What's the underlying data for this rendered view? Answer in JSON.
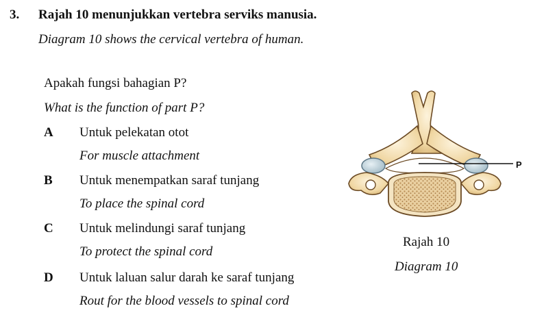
{
  "question": {
    "number": "3.",
    "stem_ms": "Rajah 10 menunjukkan vertebra serviks manusia.",
    "stem_en": "Diagram 10 shows the cervical vertebra of human.",
    "ask_ms": "Apakah fungsi bahagian P?",
    "ask_en": "What is the function of part P?"
  },
  "options": [
    {
      "letter": "A",
      "ms": "Untuk pelekatan otot",
      "en": "For muscle attachment"
    },
    {
      "letter": "B",
      "ms": "Untuk menempatkan saraf tunjang",
      "en": "To place the spinal cord"
    },
    {
      "letter": "C",
      "ms": "Untuk melindungi saraf tunjang",
      "en": "To protect the spinal cord"
    },
    {
      "letter": "D",
      "ms": "Untuk laluan salur darah ke saraf tunjang",
      "en": "Rout for the blood vessels to spinal cord"
    }
  ],
  "figure": {
    "label": "P",
    "caption_ms": "Rajah 10",
    "caption_en": "Diagram 10"
  }
}
